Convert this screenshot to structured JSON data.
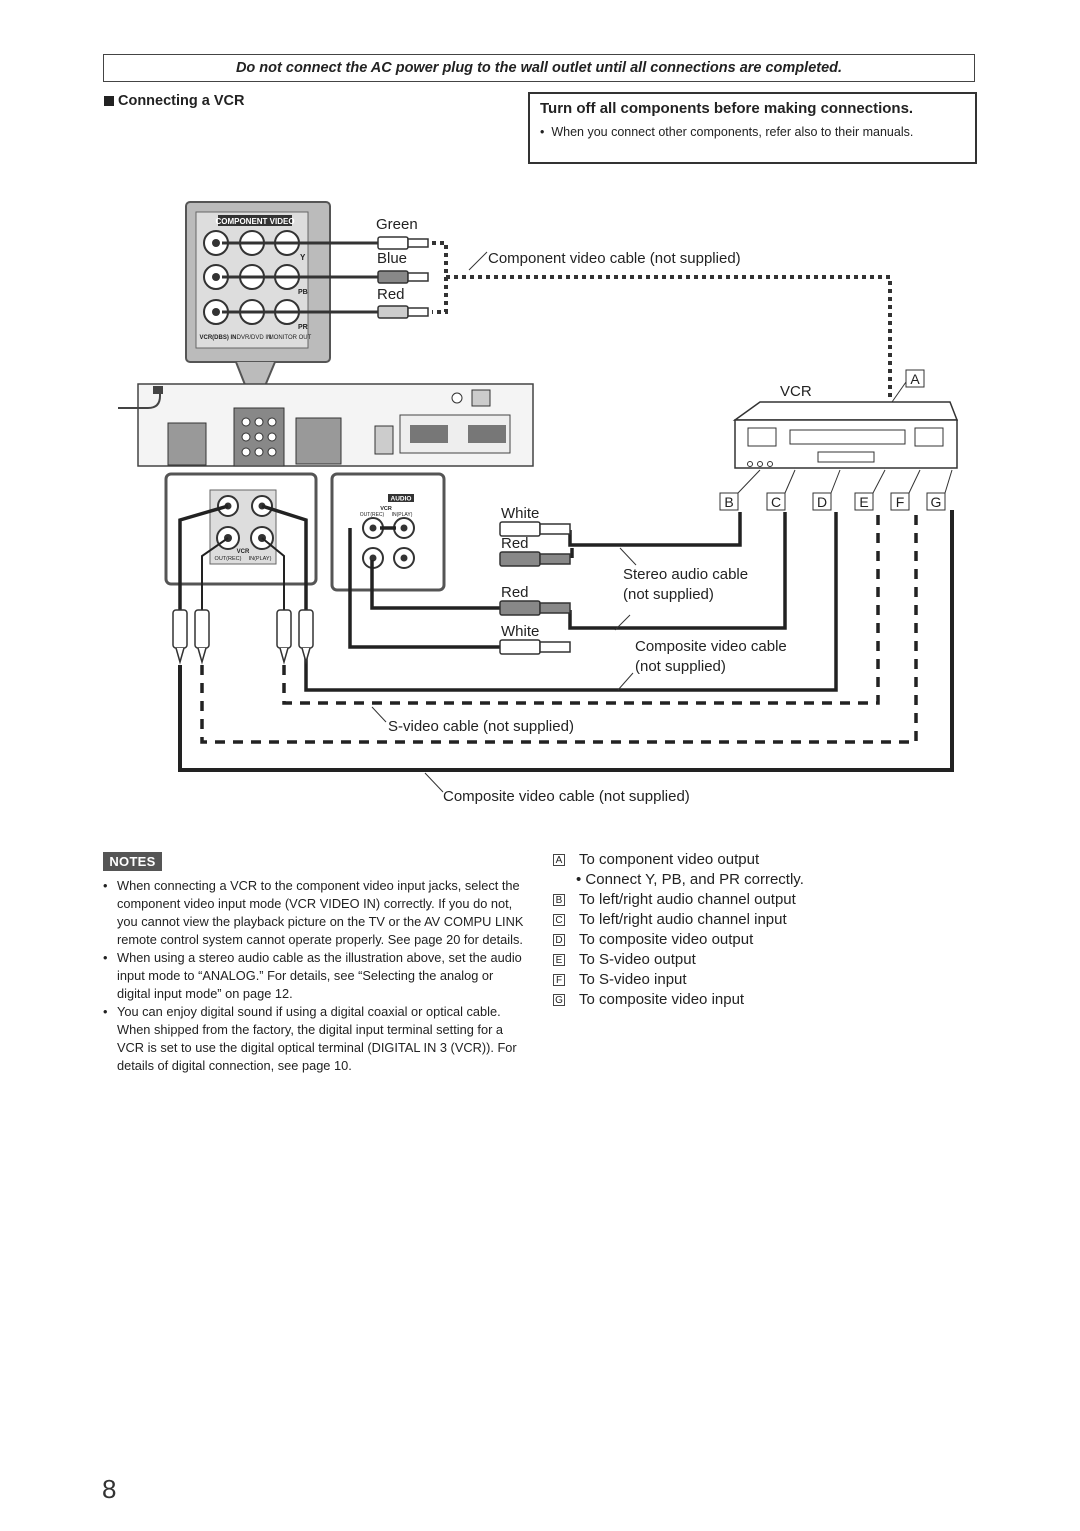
{
  "warning": "Do not connect the AC power plug to the wall outlet until all connections are completed.",
  "section_title": "Connecting a VCR",
  "turnoff": {
    "title": "Turn off all components before making connections.",
    "bullet": "When you connect other components, refer also to their manuals."
  },
  "diagram": {
    "panel_title": "COMPONENT VIDEO",
    "panel_y": "Y",
    "panel_pb": "PB",
    "panel_pr": "PR",
    "panel_col1": "VCR(DBS) IN",
    "panel_col2": "DVR/DVD IN",
    "panel_col3": "MONITOR OUT",
    "audio_label": "AUDIO",
    "audio_vcr": "VCR",
    "audio_out": "OUT(REC)",
    "audio_in": "IN(PLAY)",
    "video_vcr": "VCR",
    "video_out": "OUT(REC)",
    "video_in": "IN(PLAY)",
    "green": "Green",
    "blue": "Blue",
    "red_top": "Red",
    "component_cable": "Component video cable (not supplied)",
    "vcr": "VCR",
    "white1": "White",
    "red1": "Red",
    "red2": "Red",
    "white2": "White",
    "stereo_cable_1": "Stereo audio cable",
    "stereo_cable_2": "(not supplied)",
    "composite_cable_1": "Composite video cable",
    "composite_cable_2": "(not supplied)",
    "svideo_cable": "S-video cable (not supplied)",
    "composite_cable_bottom": "Composite video cable (not supplied)",
    "keys": [
      "A",
      "B",
      "C",
      "D",
      "E",
      "F",
      "G"
    ]
  },
  "notes_label": "NOTES",
  "notes": [
    "When connecting a VCR to the component video input jacks, select the component video input mode (VCR VIDEO IN) correctly. If you do not, you cannot view the playback picture on the TV or the AV COMPU LINK remote control system cannot operate properly. See page 20 for details.",
    "When using a stereo audio cable as the illustration above, set the audio input mode to “ANALOG.” For details, see “Selecting the analog or digital input mode” on page 12.",
    "You can enjoy digital sound if using a digital coaxial or optical cable. When shipped from the factory, the digital input terminal setting for a VCR is set to use the digital optical terminal (DIGITAL IN 3 (VCR)). For details of digital connection, see page 10."
  ],
  "legend": [
    {
      "key": "A",
      "text": "To component video output"
    },
    {
      "key": "",
      "text": "• Connect Y, PB, and PR correctly."
    },
    {
      "key": "B",
      "text": "To left/right audio channel output"
    },
    {
      "key": "C",
      "text": "To left/right audio channel input"
    },
    {
      "key": "D",
      "text": "To composite video output"
    },
    {
      "key": "E",
      "text": "To S-video output"
    },
    {
      "key": "F",
      "text": "To S-video input"
    },
    {
      "key": "G",
      "text": "To composite video input"
    }
  ],
  "page_number": "8"
}
